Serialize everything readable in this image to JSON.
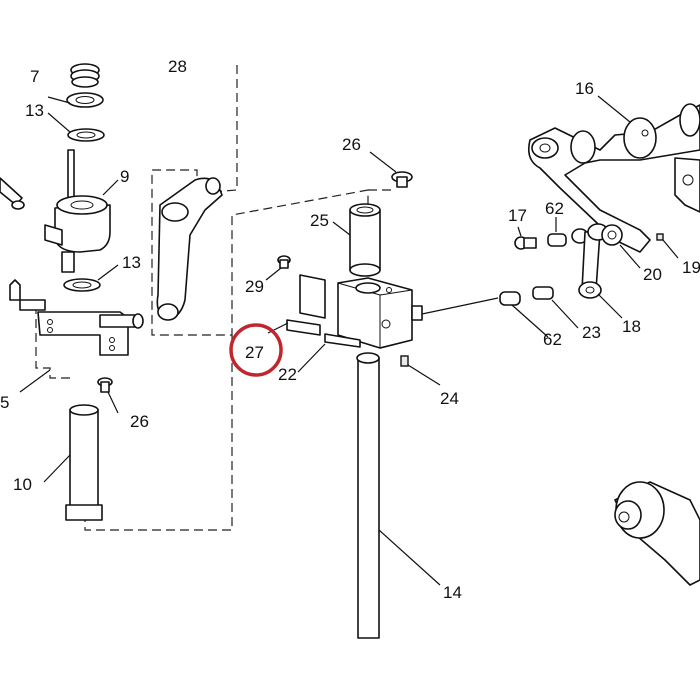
{
  "highlight_color": "#c0262c",
  "highlighted_part": "27",
  "callouts": {
    "p7": "7",
    "p28": "28",
    "p13a": "13",
    "p9": "9",
    "p13b": "13",
    "p5": "5",
    "p26a": "26",
    "p10": "10",
    "p26b": "26",
    "p25": "25",
    "p29": "29",
    "p27": "27",
    "p22": "22",
    "p24": "24",
    "p14": "14",
    "p16": "16",
    "p17": "17",
    "p62a": "62",
    "p62b": "62",
    "p23": "23",
    "p18": "18",
    "p20": "20",
    "p19": "19"
  }
}
